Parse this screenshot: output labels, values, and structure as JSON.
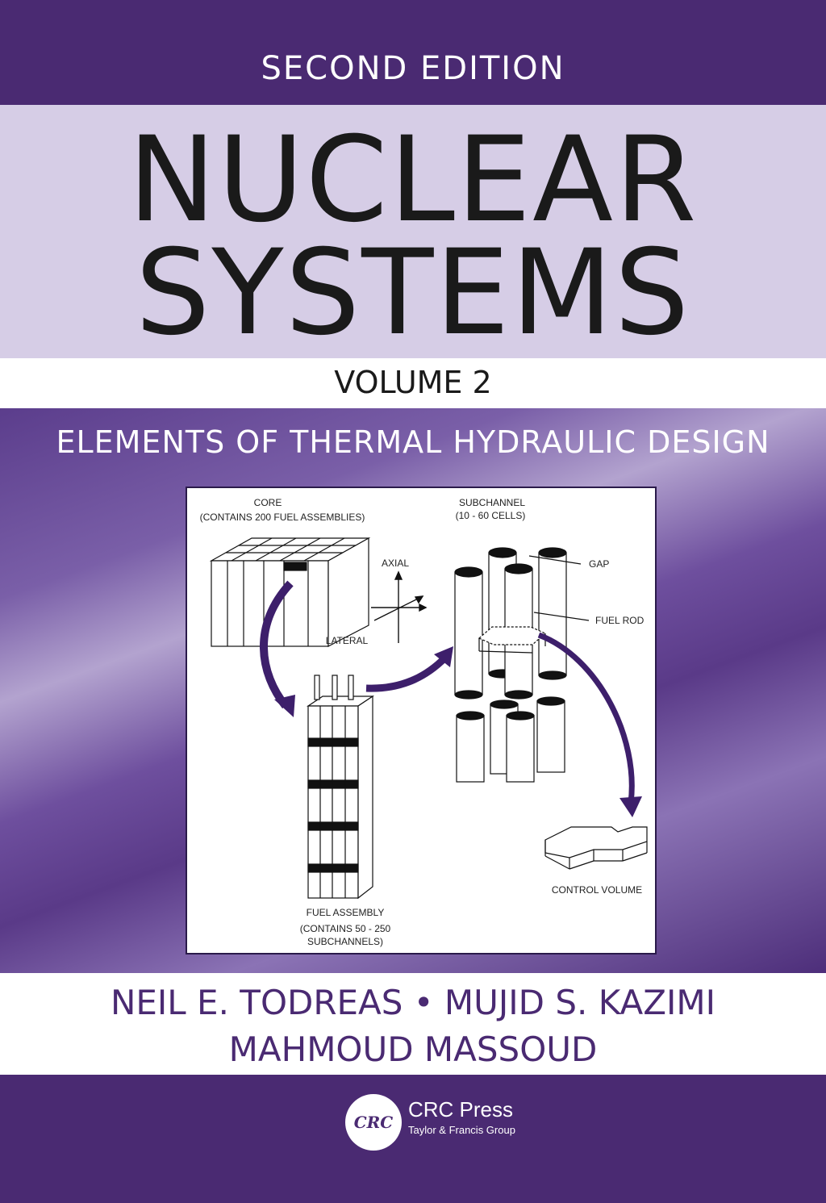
{
  "cover": {
    "edition": "SECOND EDITION",
    "title_line1": "NUCLEAR",
    "title_line2": "SYSTEMS",
    "volume": "VOLUME 2",
    "subtitle": "ELEMENTS OF THERMAL HYDRAULIC DESIGN",
    "authors_line1": "NEIL E. TODREAS • MUJID S. KAZIMI",
    "authors_line2": "MAHMOUD MASSOUD"
  },
  "figure": {
    "core_label": "CORE",
    "core_sub": "(CONTAINS 200 FUEL ASSEMBLIES)",
    "subchannel_label": "SUBCHANNEL",
    "subchannel_sub": "(10 - 60 CELLS)",
    "axial_label": "AXIAL",
    "lateral_label": "LATERAL",
    "gap_label": "GAP",
    "fuel_rod_label": "FUEL ROD",
    "fuel_assembly_label": "FUEL ASSEMBLY",
    "fuel_assembly_sub1": "(CONTAINS 50 - 250",
    "fuel_assembly_sub2": "SUBCHANNELS)",
    "control_volume_label": "CONTROL VOLUME"
  },
  "publisher": {
    "logo_text": "CRC",
    "name": "CRC Press",
    "group": "Taylor & Francis Group"
  },
  "colors": {
    "brand_purple": "#4a2a72",
    "title_band": "#d6cde6"
  }
}
